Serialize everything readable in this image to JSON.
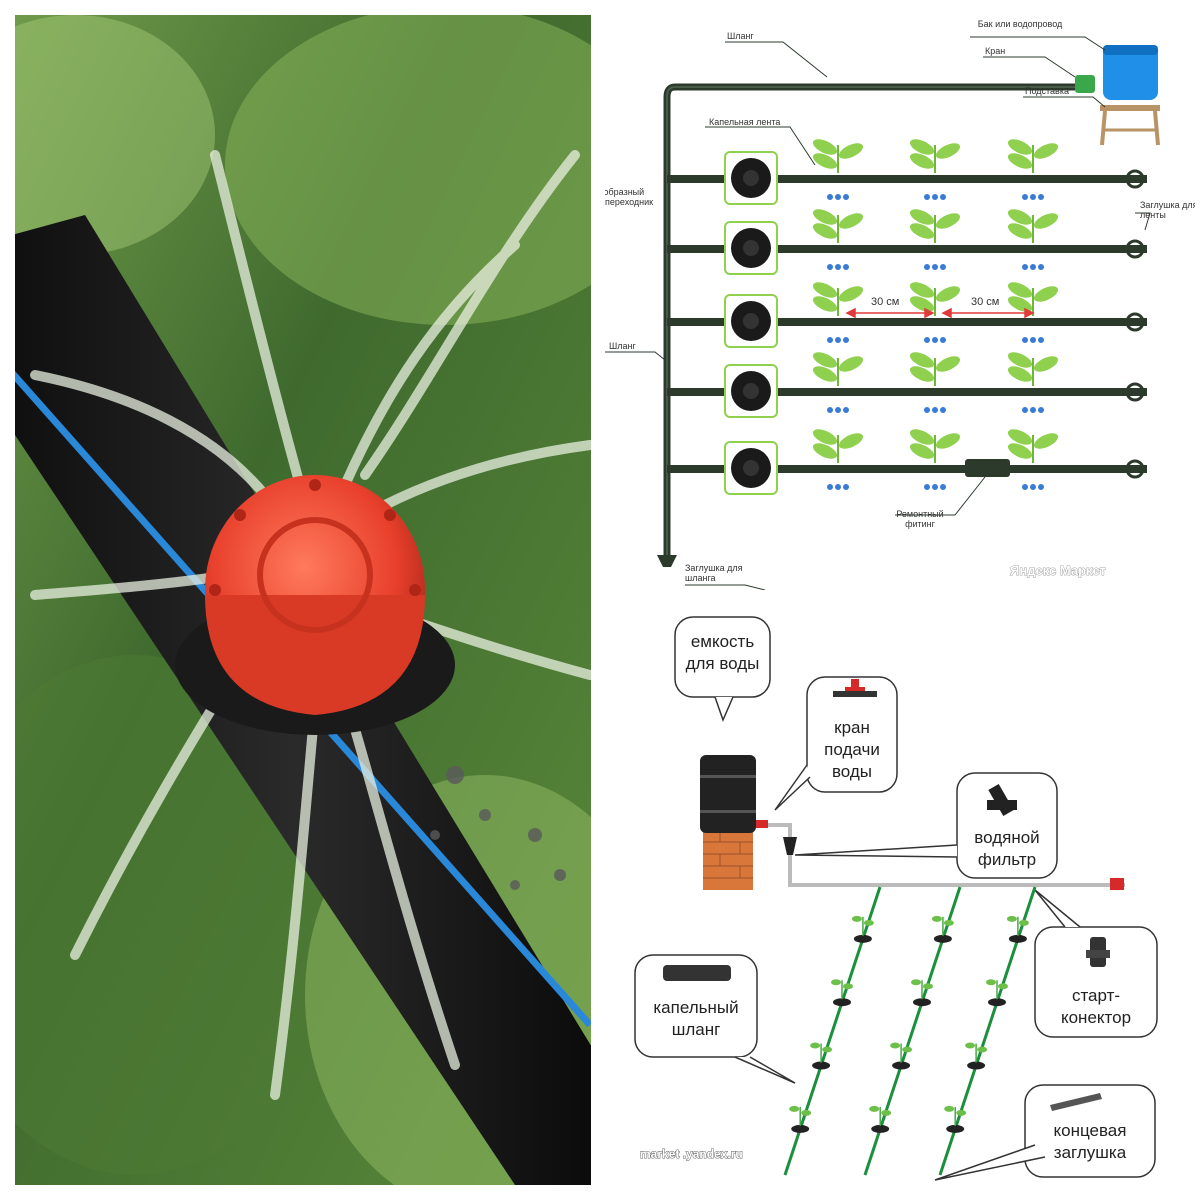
{
  "scheme1": {
    "labels": {
      "tank": "Бак или водопровод",
      "tap": "Кран",
      "hose_top": "Шланг",
      "stand": "Подставка",
      "drip_tape": "Капельная лента",
      "adapter": "Т-образный переходник",
      "tape_plug": "Заглушка для ленты",
      "hose_side": "Шланг",
      "repair_fitting": "Ремонтный фитинг",
      "hose_plug": "Заглушка для шланга",
      "spacing_1": "30 см",
      "spacing_2": "30 см"
    },
    "watermark": "Яндекс Маркет",
    "colors": {
      "pipe": "#2c3a2c",
      "tank": "#1f8fe8",
      "leaf": "#8fd14f",
      "drop": "#3a7bd5"
    }
  },
  "scheme2": {
    "labels": {
      "tank": "емкость для воды",
      "tap": "кран подачи воды",
      "filter": "водяной фильтр",
      "connector": "старт-конектор",
      "hose": "капельный шланг",
      "end_plug": "концевая заглушка"
    },
    "watermark": "market .yandex.ru",
    "colors": {
      "hose": "#1a8f3c",
      "pipe": "#bbbbbb",
      "barrel": "#222222",
      "brick": "#d9763a"
    }
  }
}
